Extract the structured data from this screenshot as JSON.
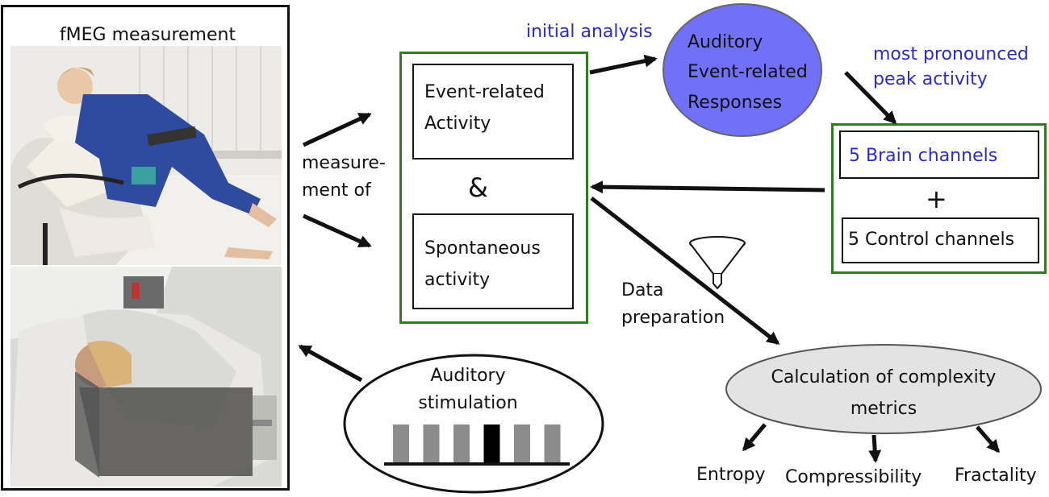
{
  "photos": {
    "title": "fMEG measurement"
  },
  "labels": {
    "measurement_of": "measure-\nment of",
    "initial_analysis": "initial analysis",
    "most_pronounced": "most pronounced\npeak activity",
    "data_preparation": "Data\npreparation"
  },
  "activity_box": {
    "event_related": "Event-related\nActivity",
    "ampersand": "&",
    "spontaneous": "Spontaneous\nactivity"
  },
  "auditory_responses": "Auditory\nEvent-related\nResponses",
  "channels": {
    "brain": "5 Brain channels",
    "plus": "+",
    "control": "5 Control channels"
  },
  "stimulation": {
    "label": "Auditory\nstimulation",
    "bars": [
      "gray",
      "gray",
      "gray",
      "black",
      "gray",
      "gray"
    ]
  },
  "complexity": {
    "title": "Calculation of complexity\nmetrics",
    "metrics": [
      "Entropy",
      "Compressibility",
      "Fractality"
    ]
  },
  "colors": {
    "green_border": "#2e7d1f",
    "blue_text": "#2a2ad6",
    "ellipse_blue": "#7070f8",
    "ellipse_gray": "#e3e3e3"
  }
}
